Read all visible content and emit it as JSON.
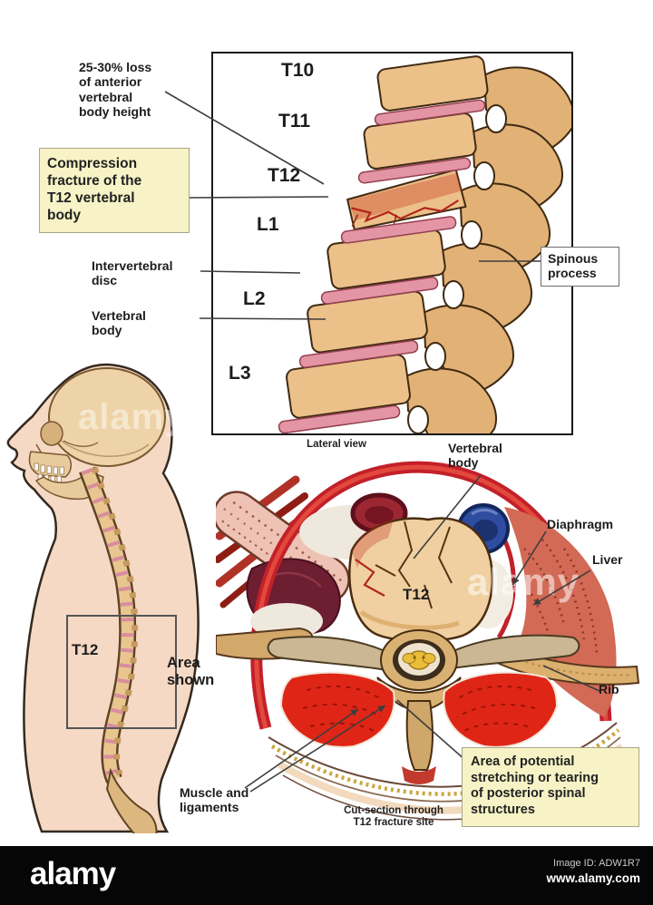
{
  "lateral": {
    "caption": "Lateral view",
    "vertebrae": [
      "T10",
      "T11",
      "T12",
      "L1",
      "L2",
      "L3"
    ],
    "annotations": {
      "height_loss": "25-30% loss\nof anterior\nvertebral\nbody height",
      "compression": "Compression\nfracture of the\nT12 vertebral\nbody",
      "disc": "Intervertebral\ndisc",
      "vertebral_body": "Vertebral\nbody",
      "spinous_process": "Spinous\nprocess"
    }
  },
  "figure": {
    "t12": "T12",
    "area_shown": "Area\nshown"
  },
  "cross_section": {
    "caption": "Cut-section through\nT12 fracture site",
    "labels": {
      "vertebral_body": "Vertebral\nbody",
      "t12": "T12",
      "diaphragm": "Diaphragm",
      "liver": "Liver",
      "rib": "Rib",
      "muscle": "Muscle and\nligaments",
      "warning": "Area of potential\nstretching or tearing\nof posterior spinal\nstructures"
    }
  },
  "watermark": "alamy",
  "footer": {
    "brand": "alamy",
    "image_id": "Image ID: ADW1R7",
    "website": "www.alamy.com"
  },
  "colors": {
    "callout_bg": "#f7f3c6",
    "bone": "#ecc089",
    "disc_pink": "#e495a5",
    "fracture_red": "#b3261a",
    "muscle_red": "#df2616",
    "footer_bg": "#060606"
  }
}
